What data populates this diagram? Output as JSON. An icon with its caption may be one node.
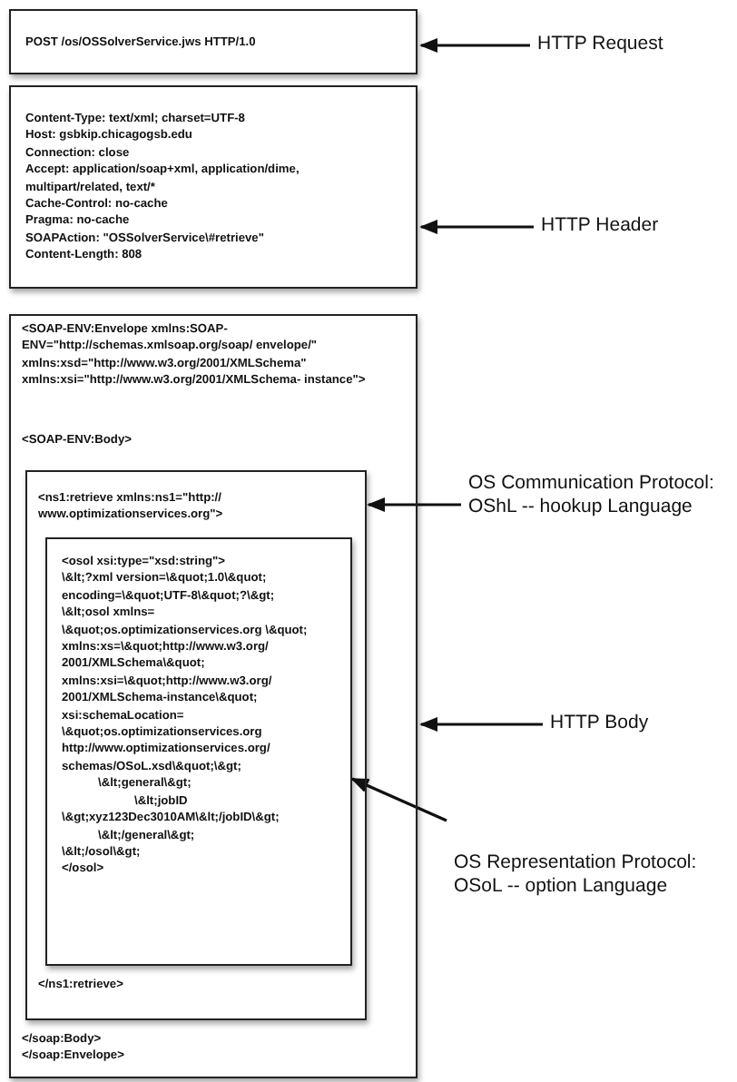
{
  "diagram": {
    "nodes": [
      {
        "text": [
          "POST /os/OSSolverService.jws HTTP/1.0"
        ]
      },
      {
        "text": [
          "HTTP Request"
        ]
      },
      {
        "text": [
          "Content-Type: text/xml; charset=UTF-8",
          "Host: gsbkip.chicagogsb.edu",
          "Connection: close",
          "Accept: application/soap+xml, application/dime, multipart/related, text/*",
          "Cache-Control: no-cache",
          "Pragma: no-cache",
          "SOAPAction: \"OSSolverService\\#retrieve\"",
          "Content-Length: 808"
        ]
      },
      {
        "text": [
          "HTTP Header"
        ]
      },
      {
        "text": [
          "<SOAP-ENV:Envelope xmlns:SOAP-ENV=\"http://schemas.xmlsoap.org/soap/ envelope/\" xmlns:xsd=\"http://www.w3.org/2001/XMLSchema\" xmlns:xsi=\"http://www.w3.org/2001/XMLSchema- instance\">",
          "<SOAP-ENV:Body>",
          "</soap:Body>",
          "</soap:Envelope>"
        ]
      },
      {
        "text": [
          "<ns1:retrieve xmlns:ns1=\"http:// www.optimizationservices.org\">",
          "</ns1:retrieve>"
        ],
        "in": 4
      },
      {
        "text": [
          "<osol xsi:type=\"xsd:string\">",
          "\\&lt;?xml version=\\&quot;1.0\\&quot; encoding=\\&quot;UTF-8\\&quot;?\\&gt;",
          "\\&lt;osol xmlns= \\&quot;os.optimizationservices.org \\&quot; xmlns:xs=\\&quot;http://www.w3.org/ 2001/XMLSchema\\&quot; xmlns:xsi=\\&quot;http://www.w3.org/ 2001/XMLSchema-instance\\&quot; xsi:schemaLocation= \\&quot;os.optimizationservices.org http://www.optimizationservices.org/ schemas/OSoL.xsd\\&quot;\\&gt;",
          "\\&lt;general\\&gt;",
          "\\&lt;jobID \\&gt;xyz123Dec3010AM\\&lt;/jobID\\&gt;",
          "\\&lt;/general\\&gt;",
          "\\&lt;/osol\\&gt;",
          "</osol>"
        ],
        "in": 5
      },
      {
        "text": [
          "HTTP Body"
        ]
      },
      {
        "text": [
          "OS Communication Protocol: OShL -- hookup Language"
        ]
      },
      {
        "text": [
          "OS Representation  Protocol: OSoL -- option Language"
        ]
      }
    ],
    "edges": [
      {
        "from": 1,
        "to": 0,
        "arrow": "to"
      },
      {
        "from": 3,
        "to": 2,
        "arrow": "to"
      },
      {
        "from": 8,
        "to": 5,
        "arrow": "to"
      },
      {
        "from": 7,
        "to": 4,
        "arrow": "to"
      },
      {
        "from": 9,
        "to": 6,
        "arrow": "to"
      }
    ]
  }
}
